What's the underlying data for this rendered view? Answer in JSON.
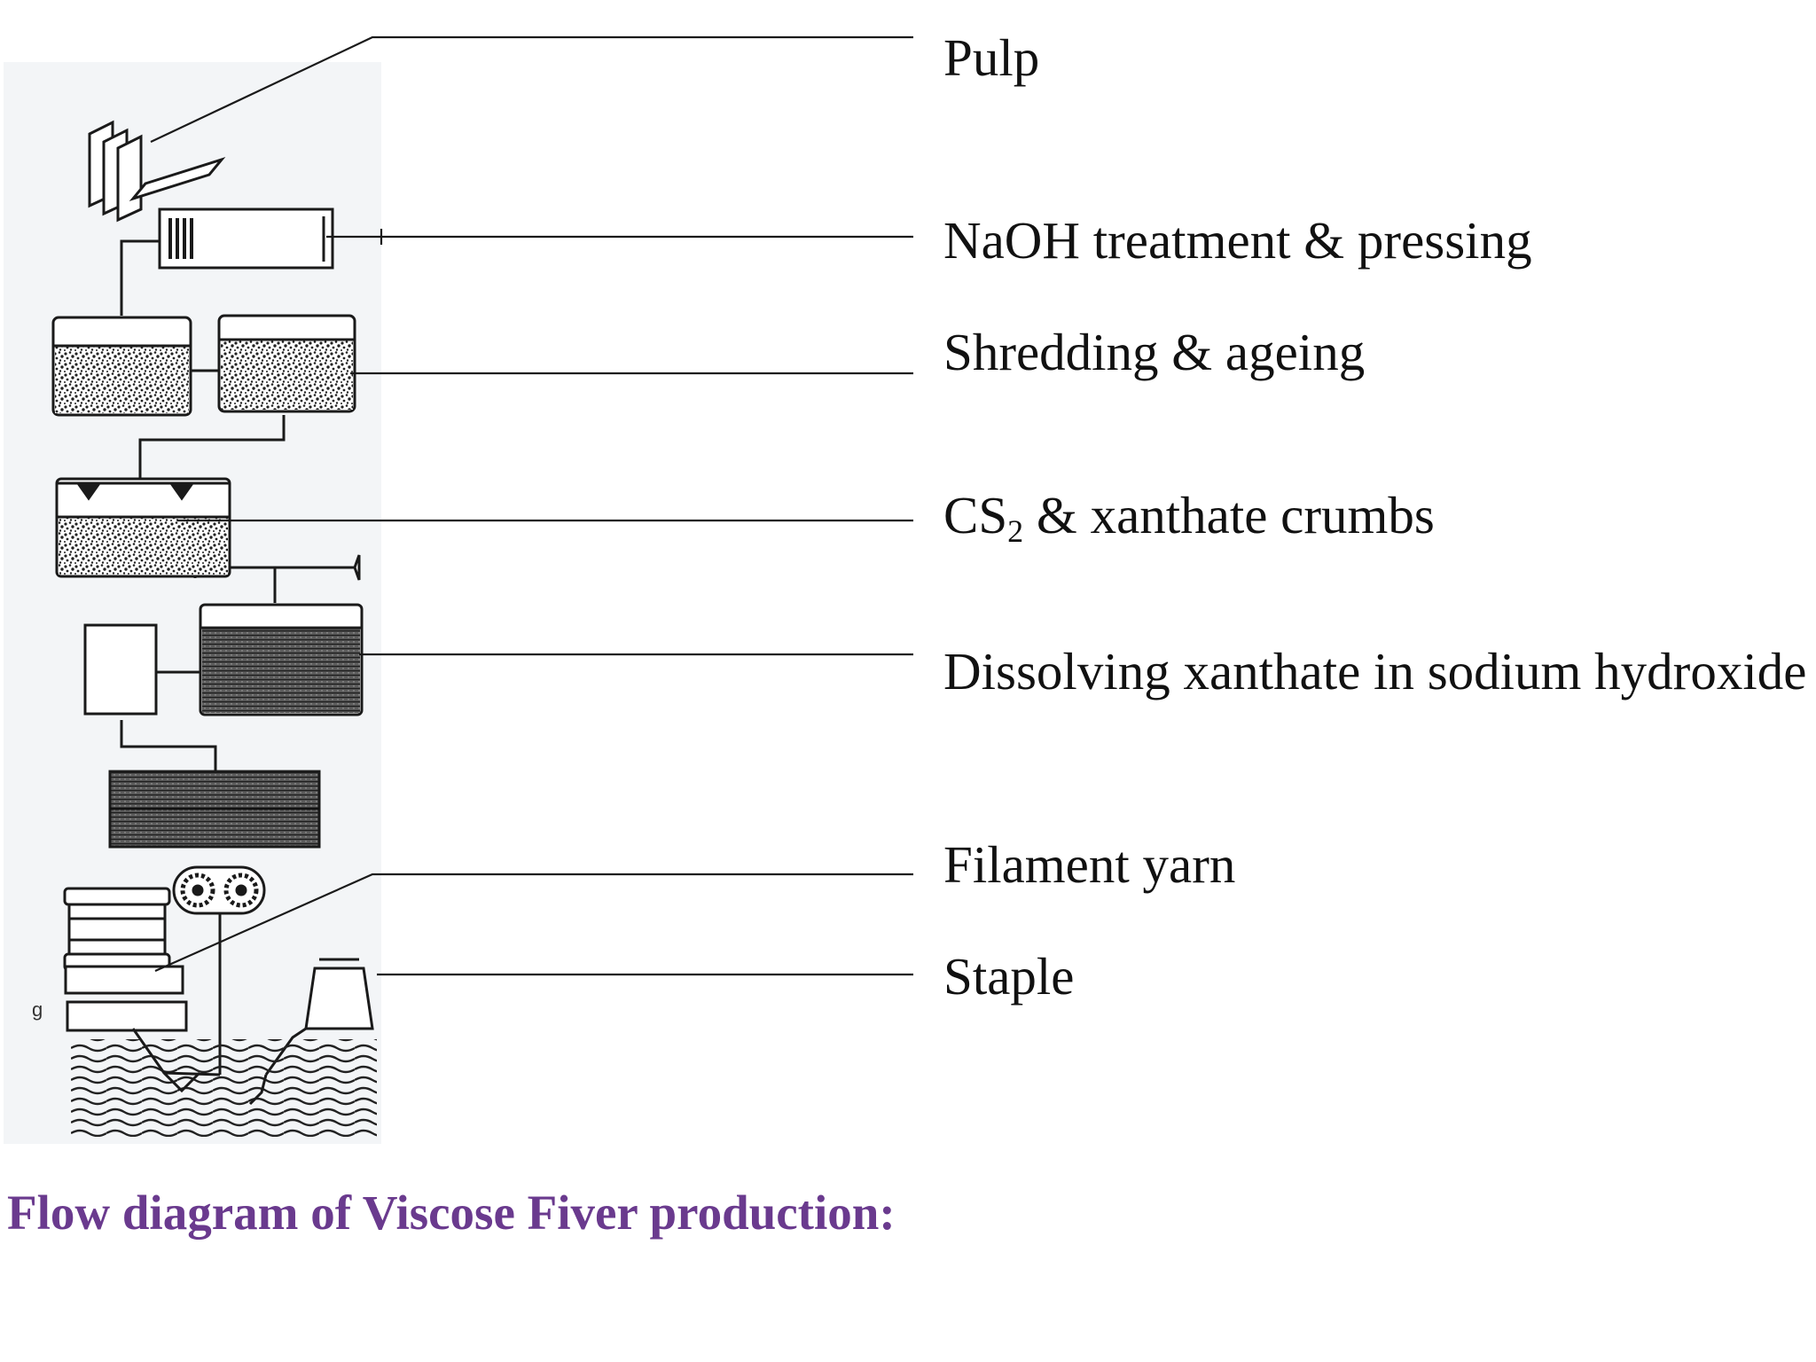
{
  "caption": "Flow diagram of Viscose Fiver production:",
  "colors": {
    "caption": "#6a3a8e",
    "ink": "#1a1a1a"
  },
  "labels": {
    "pulp": "Pulp",
    "naoh": "NaOH treatment & pressing",
    "shredding": "Shredding & ageing",
    "cs2_pre": "CS",
    "cs2_sub": "2",
    "cs2_post": " & xanthate crumbs",
    "dissolving": "Dissolving xanthate in sodium hydroxide",
    "filament": "Filament yarn",
    "staple": "Staple"
  },
  "stray_mark": "g"
}
